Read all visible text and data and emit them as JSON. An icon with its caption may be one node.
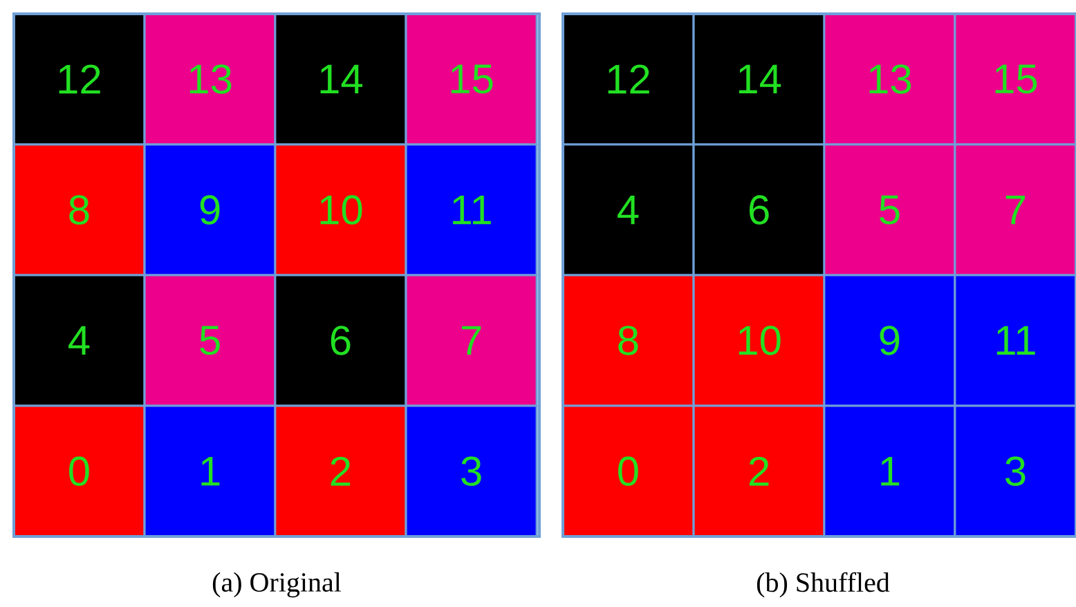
{
  "diagram": {
    "nodes": [
      {
        "text": [
          "12"
        ]
      },
      {
        "text": [
          "13"
        ]
      },
      {
        "text": [
          "14"
        ]
      },
      {
        "text": [
          "15"
        ]
      },
      {
        "text": [
          "8"
        ]
      },
      {
        "text": [
          "9"
        ]
      },
      {
        "text": [
          "10"
        ]
      },
      {
        "text": [
          "11"
        ]
      },
      {
        "text": [
          "4"
        ]
      },
      {
        "text": [
          "5"
        ]
      },
      {
        "text": [
          "6"
        ]
      },
      {
        "text": [
          "7"
        ]
      },
      {
        "text": [
          "0"
        ]
      },
      {
        "text": [
          "1"
        ]
      },
      {
        "text": [
          "2"
        ]
      },
      {
        "text": [
          "3"
        ]
      },
      {
        "text": [
          "12"
        ]
      },
      {
        "text": [
          "14"
        ]
      },
      {
        "text": [
          "13"
        ]
      },
      {
        "text": [
          "15"
        ]
      },
      {
        "text": [
          "4"
        ]
      },
      {
        "text": [
          "6"
        ]
      },
      {
        "text": [
          "5"
        ]
      },
      {
        "text": [
          "7"
        ]
      },
      {
        "text": [
          "8"
        ]
      },
      {
        "text": [
          "10"
        ]
      },
      {
        "text": [
          "9"
        ]
      },
      {
        "text": [
          "11"
        ]
      },
      {
        "text": [
          "0"
        ]
      },
      {
        "text": [
          "2"
        ]
      },
      {
        "text": [
          "1"
        ]
      },
      {
        "text": [
          "3"
        ]
      }
    ],
    "edges": [],
    "labels": [
      "(a) Original",
      "(b) Shuffled"
    ]
  }
}
